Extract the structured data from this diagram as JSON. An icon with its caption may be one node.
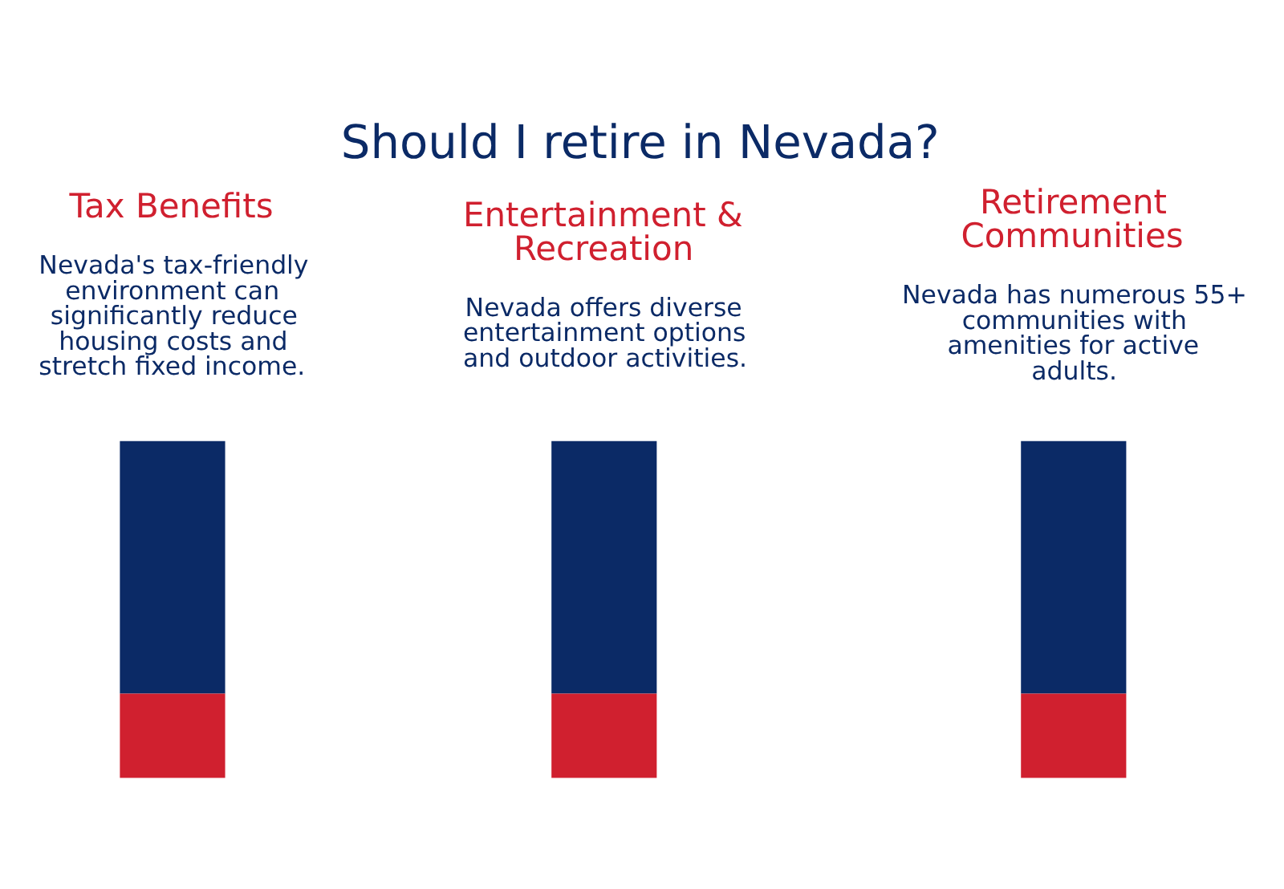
{
  "diagram": {
    "title": "Should I retire in Nevada?",
    "nodes": [
      {
        "text": [],
        "shape": "bar",
        "beside": [
          "Tax Benefits",
          "Nevada's tax-friendly environment can significantly reduce housing costs and stretch fixed income."
        ]
      },
      {
        "text": [],
        "shape": "bar",
        "beside": [
          "Entertainment & Recreation",
          "Nevada offers diverse entertainment options and outdoor activities."
        ]
      },
      {
        "text": [],
        "shape": "bar",
        "beside": [
          "Retirement Communities",
          "Nevada has numerous 55+ communities with amenities for active adults."
        ]
      }
    ]
  }
}
